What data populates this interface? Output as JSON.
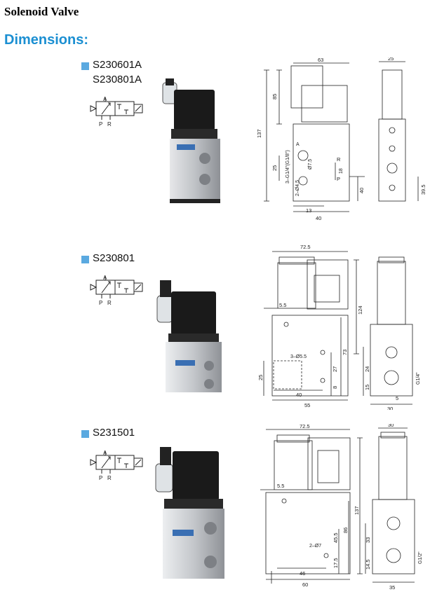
{
  "header": {
    "title": "Solenoid Valve",
    "section": "Dimensions:"
  },
  "colors": {
    "accent": "#1b8fd2",
    "bullet": "#5aa9e0",
    "line": "#222222",
    "coil": "#1a1a1a",
    "body": "#c9ccd0"
  },
  "symbol": {
    "port_a": "A",
    "port_p": "P",
    "port_r": "R"
  },
  "models": [
    {
      "codes": [
        "S230601A",
        "S230801A"
      ],
      "front_dims": {
        "width": "63",
        "total_height": "137",
        "upper": "85",
        "mid": "25",
        "port_thread": "3–G1/4\"(G1/8\")",
        "port_a": "A",
        "hole": "Ø7.5",
        "gap": "18",
        "mount_hole": "2–Ø4.5",
        "bottom": "40",
        "offset": "13",
        "base_width": "40",
        "port_p": "P",
        "port_r": "R"
      },
      "side_dims": {
        "width": "25",
        "height": "39.5"
      }
    },
    {
      "codes": [
        "S230801"
      ],
      "front_dims": {
        "width": "72.5",
        "step": "5.5",
        "height": "124",
        "hole": "3–Ø5.5",
        "body": "73",
        "inner": "27",
        "left": "25",
        "low": "8",
        "base_inner": "40",
        "base_width": "55"
      },
      "side_dims": {
        "height": "24",
        "thread": "G1/4\"",
        "bottom": "15",
        "gap": "5",
        "width": "30"
      }
    },
    {
      "codes": [
        "S231501"
      ],
      "front_dims": {
        "width": "72.5",
        "step": "5.5",
        "height": "137",
        "body": "86",
        "upper": "45.5",
        "hole": "2–Ø7",
        "bottom": "17.5",
        "base_inner": "46",
        "base_width": "60"
      },
      "side_dims": {
        "top": "30",
        "mid": "33",
        "thread": "G1/2\"",
        "bottom": "14.5",
        "width": "35"
      }
    }
  ]
}
